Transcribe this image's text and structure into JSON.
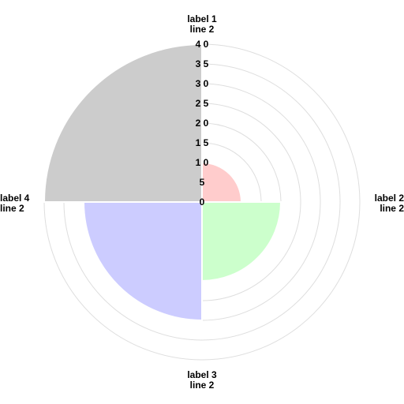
{
  "chart_data": {
    "type": "polar-area",
    "radial_ticks": [
      "0",
      "5",
      "1 0",
      "1 5",
      "2 0",
      "2 5",
      "3 0",
      "3 5",
      "4 0"
    ],
    "rmax": 40,
    "grid": true,
    "categories": [
      {
        "line1": "label 1",
        "line2": "line 2"
      },
      {
        "line1": "label 2",
        "line2": "line 2"
      },
      {
        "line1": "label 3",
        "line2": "line 2"
      },
      {
        "line1": "label 4",
        "line2": "line 2"
      }
    ],
    "values": [
      10,
      20,
      30,
      40
    ],
    "colors": [
      "#ffcccc",
      "#ccffcc",
      "#ccccff",
      "#cccccc"
    ]
  }
}
